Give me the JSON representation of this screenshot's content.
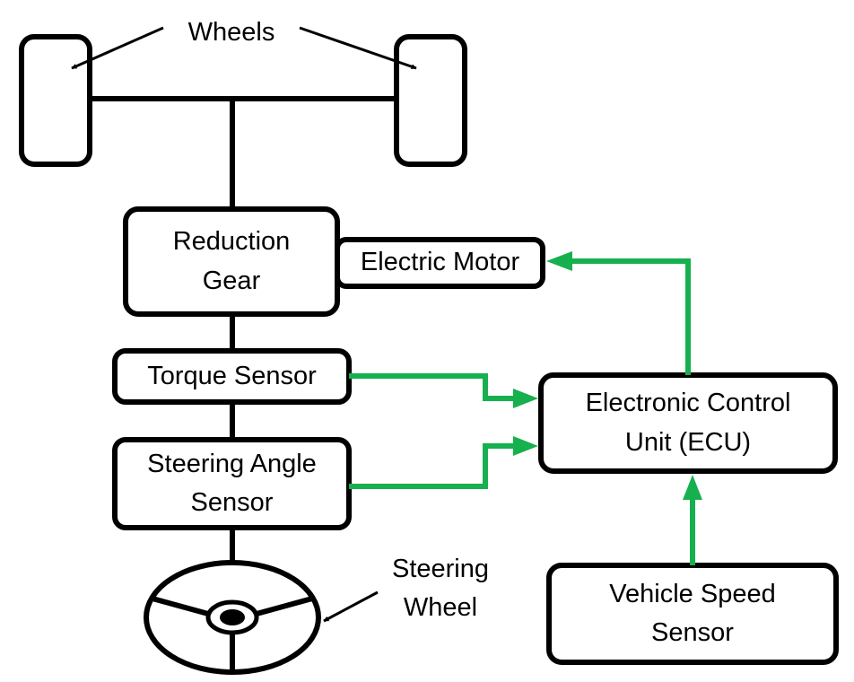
{
  "diagram": {
    "labels": {
      "wheels": "Wheels",
      "reduction_gear": [
        "Reduction",
        "Gear"
      ],
      "electric_motor": "Electric Motor",
      "torque_sensor": "Torque Sensor",
      "steering_angle_sensor": [
        "Steering Angle",
        "Sensor"
      ],
      "ecu": [
        "Electronic Control",
        "Unit (ECU)"
      ],
      "vehicle_speed_sensor": [
        "Vehicle Speed",
        "Sensor"
      ],
      "steering_wheel": [
        "Steering",
        "Wheel"
      ]
    },
    "colors": {
      "outline": "#000000",
      "signal": "#17b04f",
      "background": "#ffffff"
    }
  }
}
